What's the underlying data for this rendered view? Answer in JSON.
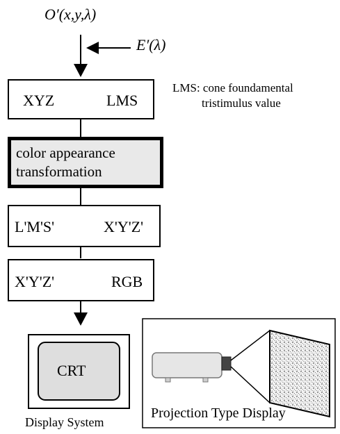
{
  "inputs": {
    "object_spectrum": "O′(x,y,λ)",
    "illuminant": "E′(λ)"
  },
  "blocks": [
    {
      "from": "XYZ",
      "to": "LMS"
    },
    {
      "label_line1": "color appearance",
      "label_line2": "transformation"
    },
    {
      "from": "L'M'S'",
      "to": "X'Y'Z'"
    },
    {
      "from": "X'Y'Z'",
      "to": "RGB"
    }
  ],
  "annotation": {
    "line1": "LMS: cone foundamental",
    "line2": "tristimulus value"
  },
  "display": {
    "crt_label": "CRT",
    "system_caption": "Display System",
    "projection_caption": "Projection Type Display"
  },
  "colors": {
    "stroke": "#000000",
    "shaded_fill": "#e9e9e9",
    "crt_screen": "#dedede",
    "projector_body": "#e6e6e6"
  }
}
